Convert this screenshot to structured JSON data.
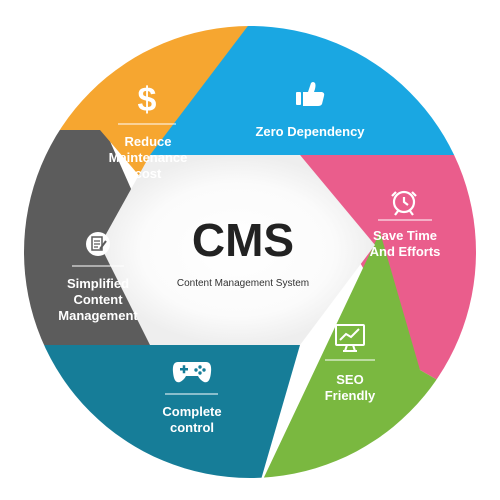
{
  "center": {
    "title": "CMS",
    "subtitle": "Content Management System"
  },
  "segments": [
    {
      "id": "zero-dependency",
      "color": "#1aa7e2",
      "icon": "thumbs-up-icon",
      "lines": [
        "Zero Dependency"
      ]
    },
    {
      "id": "save-time",
      "color": "#ea5d8c",
      "icon": "alarm-clock-icon",
      "lines": [
        "Save Time",
        "And Efforts"
      ]
    },
    {
      "id": "seo-friendly",
      "color": "#7ab840",
      "icon": "monitor-chart-icon",
      "lines": [
        "SEO",
        "Friendly"
      ]
    },
    {
      "id": "complete-control",
      "color": "#167d98",
      "icon": "gamepad-icon",
      "lines": [
        "Complete",
        "control"
      ]
    },
    {
      "id": "simplified-content",
      "color": "#5c5c5c",
      "icon": "document-pencil-icon",
      "lines": [
        "Simplified",
        "Content",
        "Management"
      ]
    },
    {
      "id": "reduce-cost",
      "color": "#f6a630",
      "icon": "dollar-icon",
      "lines": [
        "Reduce",
        "Maintenance",
        "cost"
      ]
    }
  ]
}
